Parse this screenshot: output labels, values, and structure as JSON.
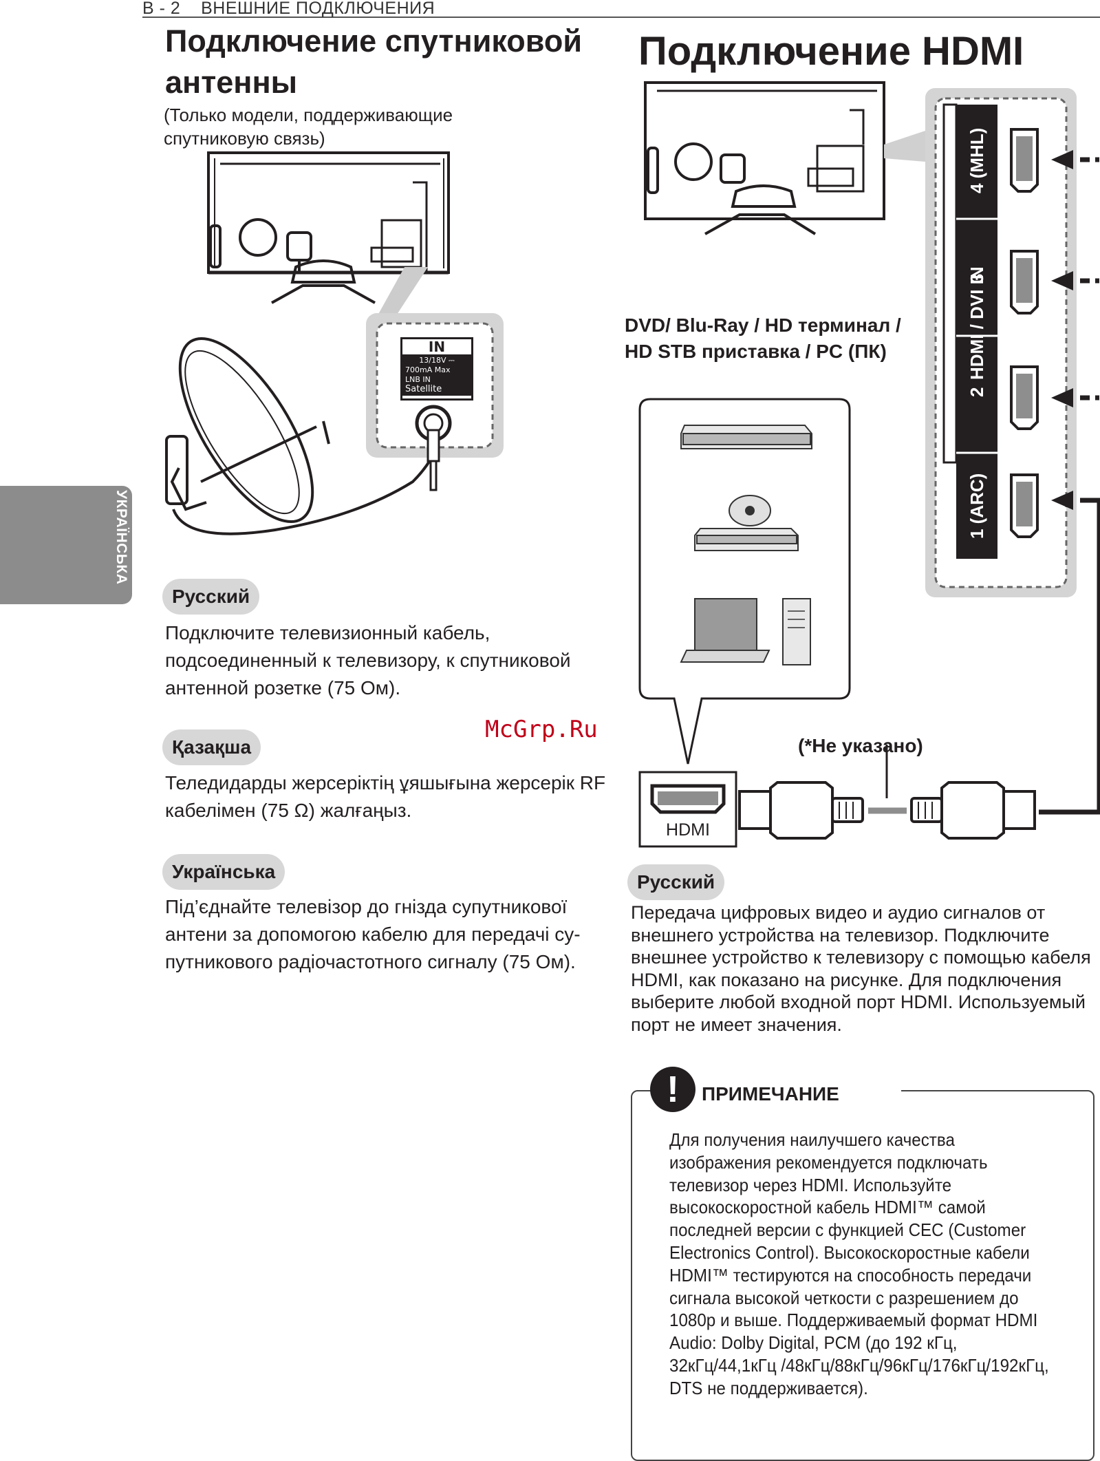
{
  "header": {
    "page": "B - 2",
    "section": "ВНЕШНИЕ ПОДКЛЮЧЕНИЯ"
  },
  "side_tab": {
    "label": "УКРАЇНСЬКА"
  },
  "left": {
    "title": "Подключение спутниковой антенны",
    "subtitle": "(Только модели, поддерживающие спутниковую связь)",
    "port_box": {
      "in_label": "IN",
      "line1": "13/18V ⎓",
      "line2": "700mA Max",
      "line3": "LNB IN",
      "line4": "Satellite"
    },
    "sections": [
      {
        "lang": "Русский",
        "text": "Подключите телевизионный кабель, подсоединенный к телевизору, к спутниковой антенной розетке (75 Ом)."
      },
      {
        "lang": "Қазақша",
        "text": "Теледидарды жерсеріктің ұяшығына жерсерік RF кабелімен (75 Ω) жалғаңыз."
      },
      {
        "lang": "Українська",
        "text": "Під’єднайте телевізор до гнізда супутникової антени за допомогою кабелю для передачі су-путникового радіочастотного сигналу (75 Ом)."
      }
    ]
  },
  "right": {
    "title": "Подключение HDMI",
    "device_label": "DVD/ Blu-Ray / HD терминал / HD STB приставка / PC (ПК)",
    "hdmi_panel": {
      "brand": "HDMI / DVI IN",
      "ports": [
        "4 (MHL)",
        "3",
        "2",
        "1 (ARC)"
      ]
    },
    "device_hdmi_label": "HDMI",
    "not_included": "(*Не указано)",
    "section_lang": "Русский",
    "section_text": "Передача цифровых видео и аудио сигналов от внешнего устройства на телевизор. Подключите внешнее устройство к телевизору с помощью кабеля HDMI, как показано на рисунке. Для подключения выберите любой входной порт HDMI. Используемый порт не имеет значения.",
    "note": {
      "icon": "!",
      "title": "ПРИМЕЧАНИЕ",
      "text": "Для получения наилучшего качества изображения рекомендуется подключать телевизор через HDMI. Используйте высокоскоростной кабель HDMI™ самой последней версии с функцией CEC (Customer Electronics Control). Высокоскоростные кабели HDMI™ тестируются на способность передачи сигнала высокой четкости с разрешением до 1080p и выше. Поддерживаемый формат HDMI Audio: Dolby Digital, PCM (до 192 кГц, 32кГц/44,1кГц /48кГц/88кГц/96кГц/176кГц/192кГц, DTS не поддерживается)."
    }
  },
  "watermark": "McGrp.Ru"
}
